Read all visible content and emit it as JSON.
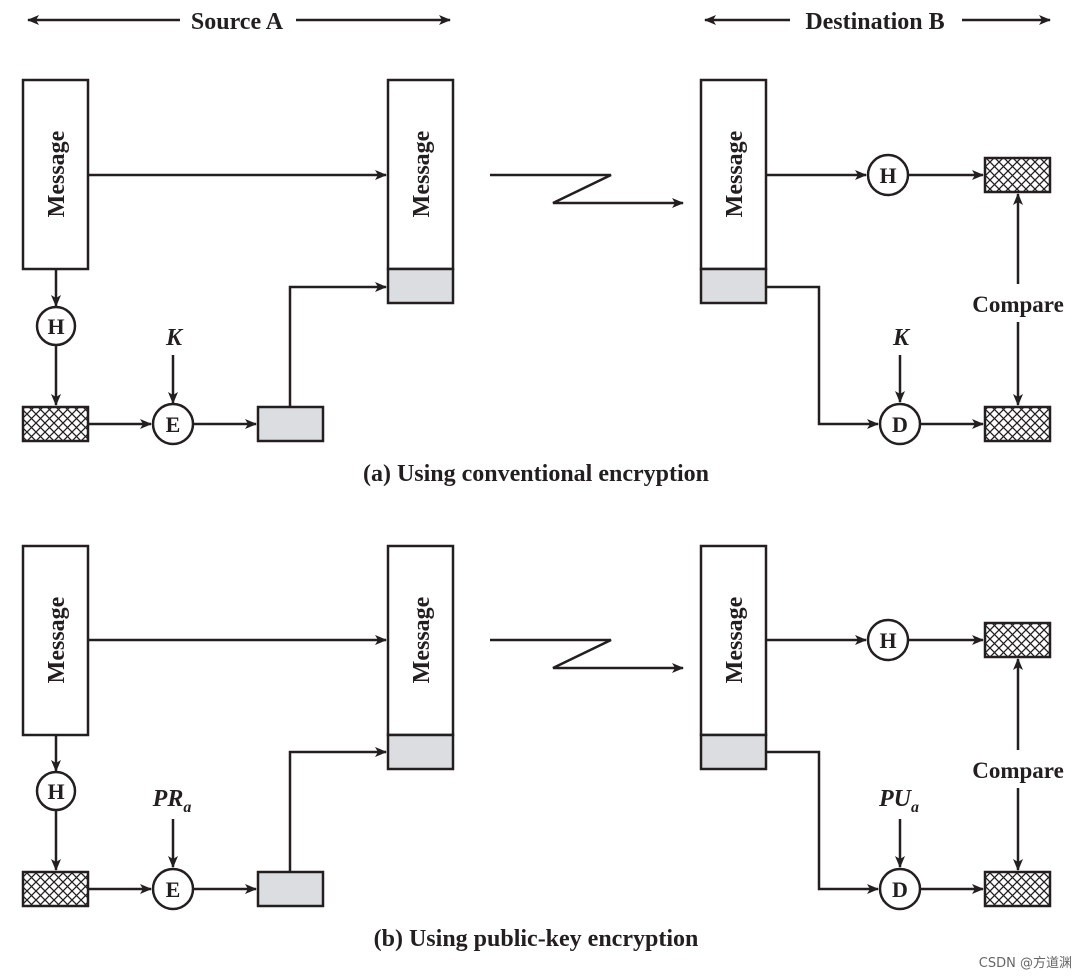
{
  "header": {
    "source_label": "Source A",
    "destination_label": "Destination B"
  },
  "panel_a": {
    "caption": "(a) Using conventional encryption",
    "message_label": "Message",
    "hash_label": "H",
    "encrypt_label": "E",
    "decrypt_label": "D",
    "encrypt_key": "K",
    "decrypt_key": "K",
    "compare_label": "Compare"
  },
  "panel_b": {
    "caption": "(b) Using public-key encryption",
    "message_label": "Message",
    "hash_label": "H",
    "encrypt_label": "E",
    "decrypt_label": "D",
    "encrypt_key_base": "PR",
    "encrypt_key_sub": "a",
    "decrypt_key_base": "PU",
    "decrypt_key_sub": "a",
    "compare_label": "Compare"
  },
  "watermark": "CSDN @方道渊",
  "colors": {
    "line": "#231f20",
    "signature_fill": "#dcdde0"
  }
}
